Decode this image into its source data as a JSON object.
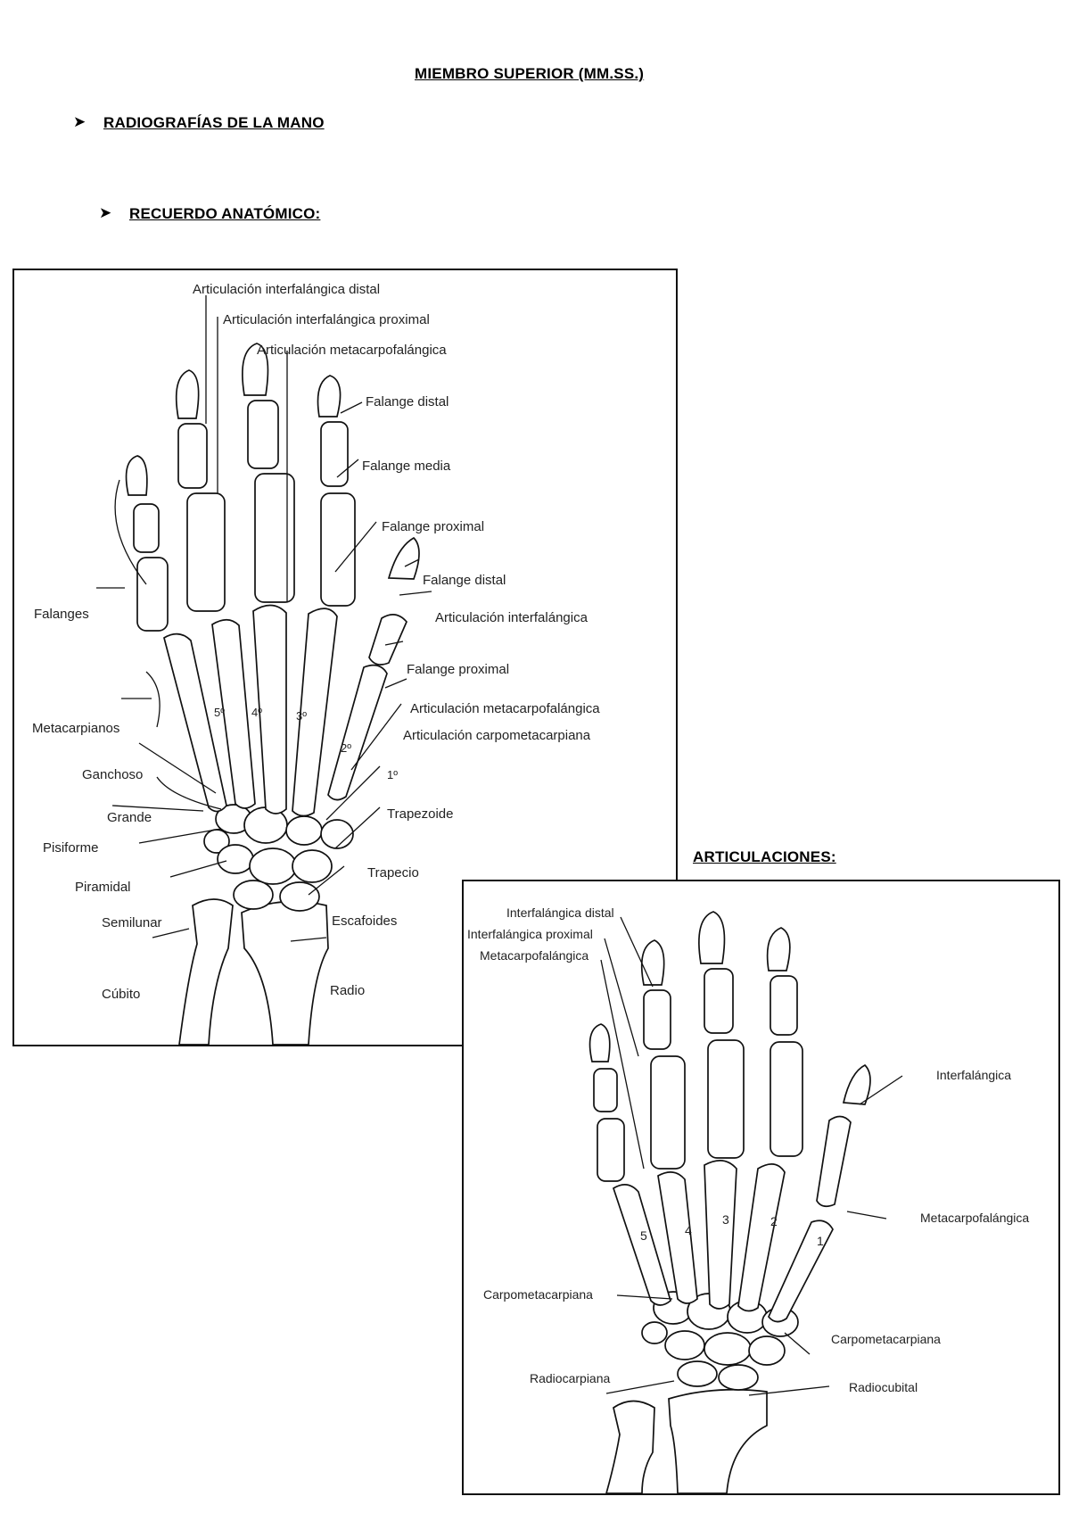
{
  "page_title": "MIEMBRO SUPERIOR (MM.SS.)",
  "section_heading": "RADIOGRAFÍAS  DE LA MANO",
  "subsection_heading": "RECUERDO ANATÓMICO:",
  "articulaciones_heading": "ARTICULACIONES:",
  "bullet_icon": "arrowhead-bullet",
  "figure1": {
    "labels": {
      "art_interfal_distal": "Articulación interfalángica distal",
      "art_interfal_proximal": "Articulación interfalángica proximal",
      "art_metacarpofal": "Articulación metacarpofalángica",
      "falange_distal": "Falange distal",
      "falange_media": "Falange media",
      "falange_proximal": "Falange proximal",
      "falange_distal_thumb": "Falange distal",
      "art_interfal_thumb": "Articulación interfalángica",
      "falange_proximal_thumb": "Falange proximal",
      "art_metacarpofal_thumb": "Articulación metacarpofalángica",
      "art_carpometacarp": "Articulación carpometacarpiana",
      "falanges": "Falanges",
      "metacarpianos": "Metacarpianos",
      "ganchoso": "Ganchoso",
      "grande": "Grande",
      "pisiforme": "Pisiforme",
      "piramidal": "Piramidal",
      "semilunar": "Semilunar",
      "cubito": "Cúbito",
      "trapezoide": "Trapezoide",
      "trapecio": "Trapecio",
      "escafoides": "Escafoides",
      "radio": "Radio",
      "mc5": "5º",
      "mc4": "4º",
      "mc3": "3º",
      "mc2": "2º",
      "mc1": "1º"
    }
  },
  "figure2": {
    "labels": {
      "interfal_distal": "Interfalángica distal",
      "interfal_proximal": "Interfalángica proximal",
      "metacarpofal": "Metacarpofalángica",
      "interfal_thumb": "Interfalángica",
      "metacarpofal_thumb": "Metacarpofalángica",
      "carpometacarp_left": "Carpometacarpiana",
      "carpometacarp_right": "Carpometacarpiana",
      "radiocarpiana": "Radiocarpiana",
      "radiocubital": "Radiocubital",
      "n5": "5",
      "n4": "4",
      "n3": "3",
      "n2": "2",
      "n1": "1"
    }
  }
}
